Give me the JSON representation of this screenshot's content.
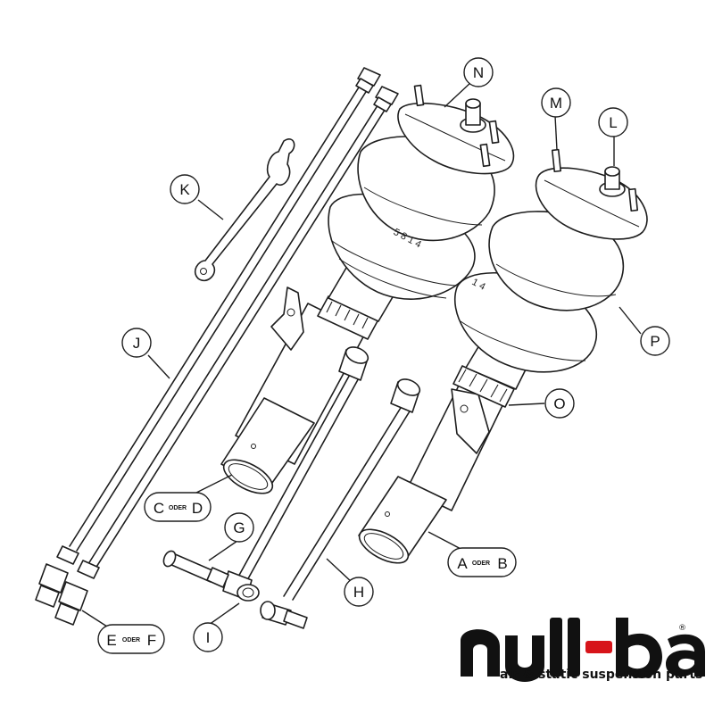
{
  "callouts": {
    "N": "N",
    "M": "M",
    "L": "L",
    "K": "K",
    "J": "J",
    "P": "P",
    "O": "O",
    "G": "G",
    "H": "H",
    "I": "I",
    "C": "C",
    "D": "D",
    "A": "A",
    "B": "B",
    "E": "E",
    "F": "F",
    "oder": "ODER"
  },
  "part_numbers": {
    "left_bellow": "5 8 1 4",
    "right_bellow": "1 4"
  },
  "logo": {
    "wordmark": "null-bar",
    "reg_mark": "®",
    "tagline": "air & static suspension parts",
    "accent_color": "#d7141a"
  }
}
